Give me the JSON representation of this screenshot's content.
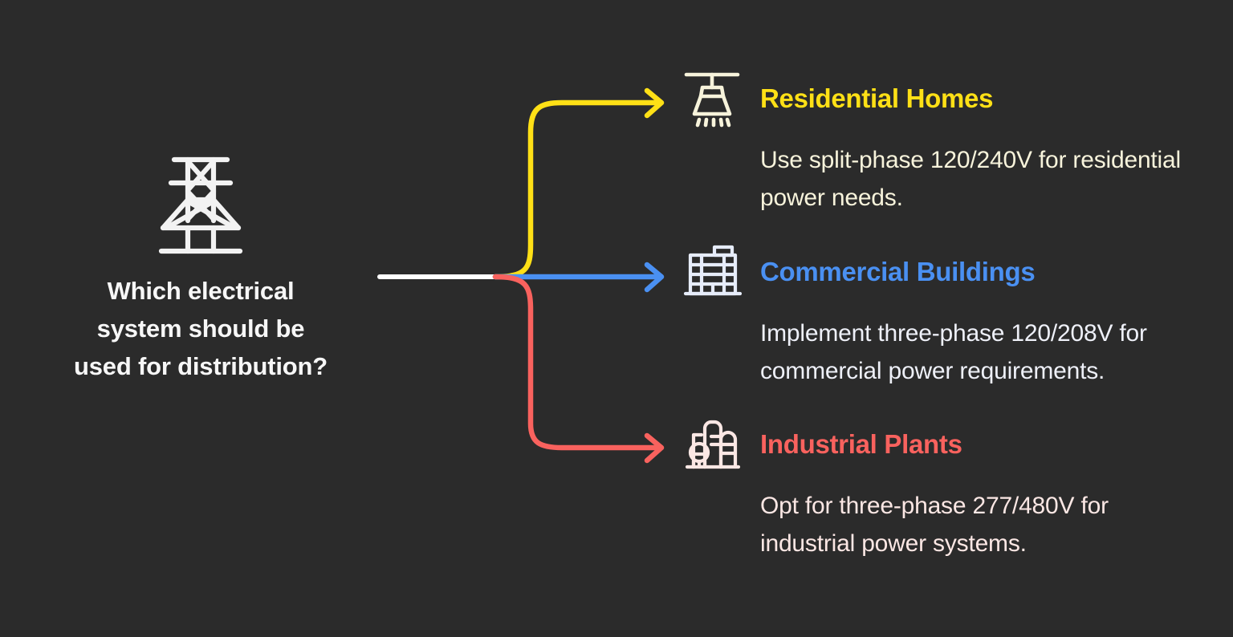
{
  "theme": {
    "background": "#2b2b2b",
    "trunk_color": "#ffffff",
    "root_text_color": "#f7f7f7"
  },
  "root": {
    "icon": "transmission-tower-icon",
    "question": "Which electrical system should be used for distribution?",
    "question_lines": [
      "Which electrical",
      "system should be",
      "used for distribution?"
    ]
  },
  "branches": [
    {
      "id": "residential",
      "icon": "ceiling-lamp-icon",
      "title": "Residential Homes",
      "description": "Use split-phase 120/240V for residential power needs.",
      "color": "#ffe016",
      "text_color": "#f7f3db",
      "connector": "curve-up"
    },
    {
      "id": "commercial",
      "icon": "office-building-icon",
      "title": "Commercial Buildings",
      "description": "Implement three-phase 120/208V for commercial power requirements.",
      "color": "#4a90f2",
      "text_color": "#eef0f8",
      "connector": "straight"
    },
    {
      "id": "industrial",
      "icon": "factory-plant-icon",
      "title": "Industrial Plants",
      "description": "Opt for three-phase 277/480V for industrial power systems.",
      "color": "#f9625e",
      "text_color": "#fbe7e4",
      "connector": "curve-down"
    }
  ]
}
